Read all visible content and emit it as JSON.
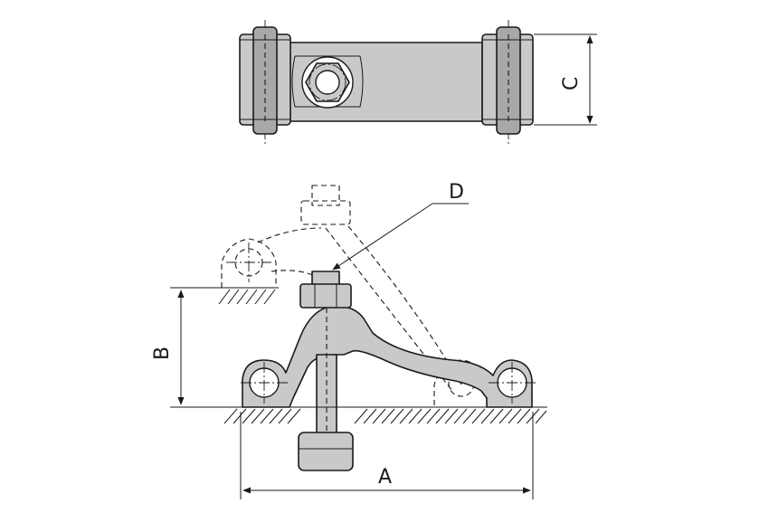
{
  "diagram": {
    "dimensions": {
      "A": "A",
      "B": "B",
      "C": "C",
      "D": "D"
    }
  }
}
